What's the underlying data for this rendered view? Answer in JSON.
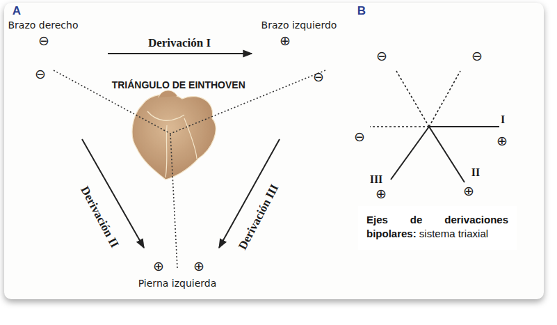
{
  "diagram": {
    "nodes": [
      {
        "text": [
          "TRIÁNGULO DE EINTHOVEN"
        ]
      },
      {
        "text": [
          "Ejes de derivaciones bipolares:",
          "sistema triaxial"
        ]
      }
    ],
    "labels": [
      "A",
      "Brazo derecho",
      "⊖",
      "Brazo izquierdo",
      "⊕",
      "Derivación I",
      "⊖",
      "⊖",
      "Derivación II",
      "Derivación III",
      "⊕",
      "⊕",
      "Pierna izquierda",
      "B",
      "⊖",
      "⊖",
      "⊖",
      "I",
      "⊕",
      "III",
      "⊕",
      "II",
      "⊕"
    ]
  }
}
